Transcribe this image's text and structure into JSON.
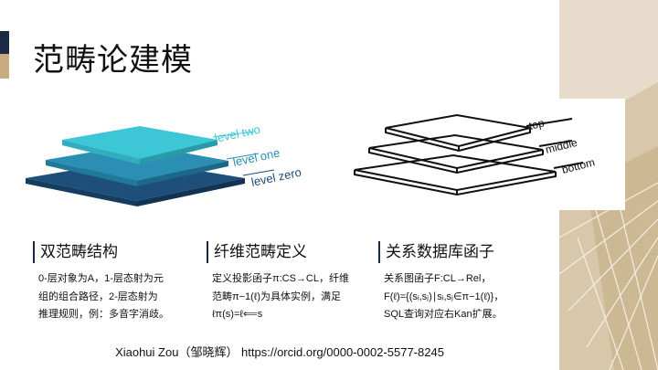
{
  "slide": {
    "title": "范畴论建模",
    "colors": {
      "navy": "#1c2b45",
      "gold": "#c8ab7e",
      "teal_top": "#3cc6d6",
      "teal_mid": "#2a8fb3",
      "navy_base": "#1d4f7a"
    }
  },
  "figure_left": {
    "labels": [
      "level two",
      "level one",
      "level zero"
    ]
  },
  "figure_right": {
    "labels": [
      "top",
      "middle",
      "bottom"
    ]
  },
  "columns": [
    {
      "heading": "双范畴结构",
      "lines": [
        "0-层对象为A，1-层态射为元",
        "组的组合路径，2-层态射为",
        "推理规则，例：多音字消歧。"
      ]
    },
    {
      "heading": "纤维范畴定义",
      "lines": [
        "定义投影函子π:CS→CL，纤维",
        "范畴π−1(ℓ)为具体实例，满足",
        "ℓπ(s)=ℓ⟸s"
      ]
    },
    {
      "heading": "关系数据库函子",
      "lines": [
        "关系图函子F:CL→Rel，",
        "F(ℓ)={(sᵢ,sⱼ)∣sᵢ,sⱼ∈π−1(ℓ)}，",
        "SQL查询对应右Kan扩展。"
      ]
    }
  ],
  "footer": {
    "text": "Xiaohui Zou（邹晓辉） https://orcid.org/0000-0002-5577-8245"
  }
}
